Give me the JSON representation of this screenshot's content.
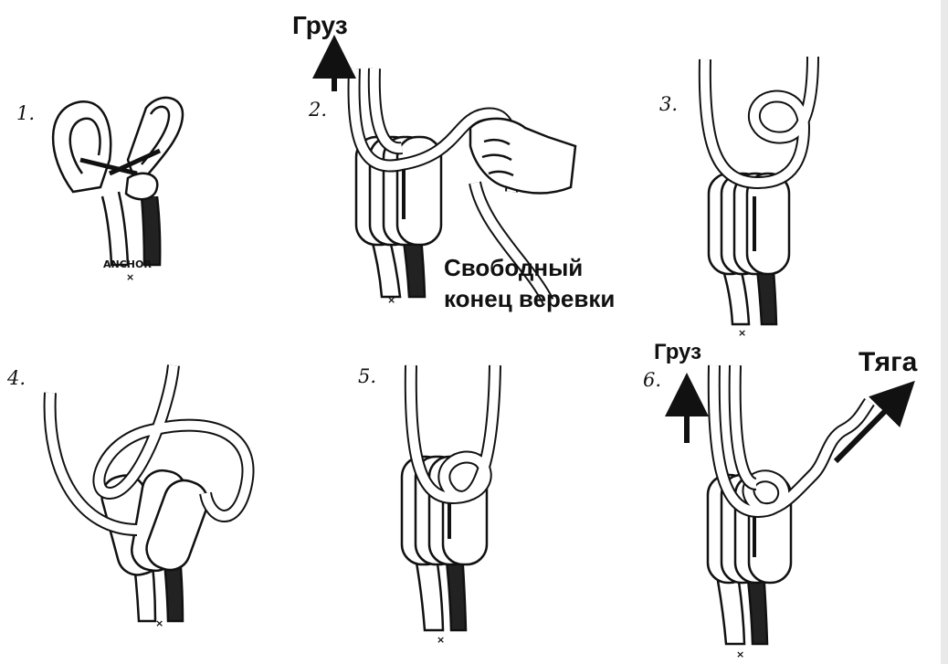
{
  "labels": {
    "load_top": "Груз",
    "free_end_line1": "Свободный",
    "free_end_line2": "конец веревки",
    "load_step6": "Груз",
    "pull": "Тяга"
  },
  "step_numbers": [
    "1.",
    "2.",
    "3.",
    "4.",
    "5.",
    "6."
  ],
  "step1_caption": "ANCHOR",
  "marker": "×",
  "colors": {
    "ink": "#111111",
    "webbing_dark": "#222222",
    "paper": "#ffffff"
  }
}
